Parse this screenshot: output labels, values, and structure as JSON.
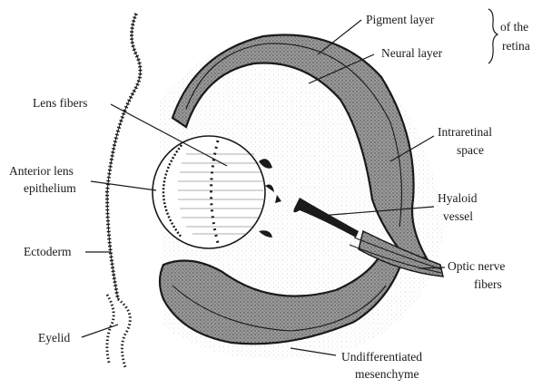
{
  "labels": {
    "pigment_layer": "Pigment layer",
    "neural_layer": "Neural layer",
    "of_the": "of the",
    "retina": "retina",
    "lens_fibers": "Lens fibers",
    "intraretinal_1": "Intraretinal",
    "intraretinal_2": "space",
    "anterior_lens_1": "Anterior lens",
    "anterior_lens_2": "epithelium",
    "hyaloid_1": "Hyaloid",
    "hyaloid_2": "vessel",
    "ectoderm": "Ectoderm",
    "optic_nerve_1": "Optic nerve",
    "optic_nerve_2": "fibers",
    "eyelid": "Eyelid",
    "undiff_1": "Undifferentiated",
    "undiff_2": "mesenchyme"
  },
  "colors": {
    "ink": "#1a1a1a",
    "retina_fill": "#8a8a8a",
    "background": "#ffffff"
  }
}
